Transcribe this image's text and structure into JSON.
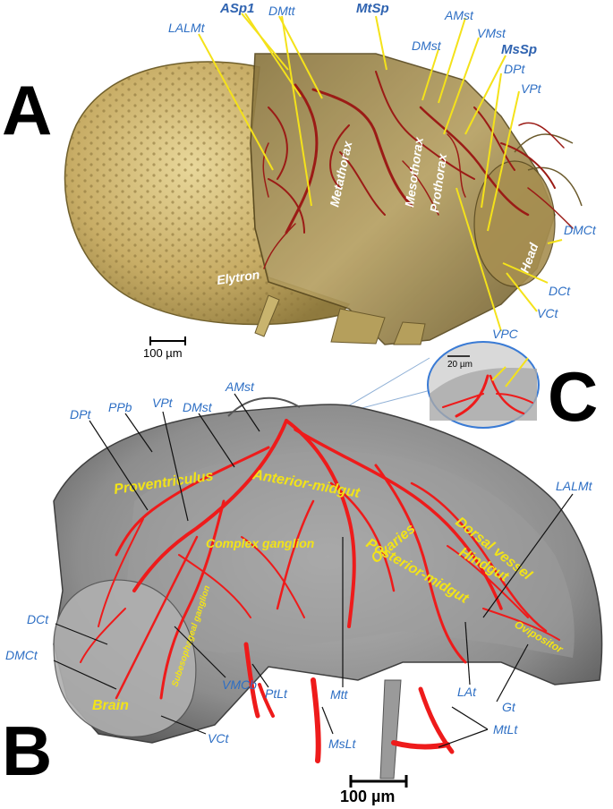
{
  "panels": {
    "A": {
      "letter": "A",
      "structure_labels": [
        "Elytron",
        "Metathorax",
        "Mesothorax",
        "Prothorax",
        "Head"
      ],
      "callouts_strong": [
        "ASp1",
        "MtSp",
        "MsSp"
      ],
      "callouts": [
        "DMtt",
        "LALMt",
        "AMst",
        "VMst",
        "DMst",
        "DPt",
        "VPt",
        "DMCt",
        "DCt",
        "VCt",
        "VPC"
      ],
      "scale_bar": "100 µm"
    },
    "B": {
      "letter": "B",
      "organ_labels": [
        "Proventriculus",
        "Anterior-midgut",
        "Complex ganglion",
        "Ovaries",
        "Posterior-midgut",
        "Hindgut",
        "Dorsal vessel",
        "Ovipositor",
        "Brain",
        "Subesophageal ganglion"
      ],
      "callouts": [
        "DPt",
        "PPb",
        "VPt",
        "DMst",
        "AMst",
        "LALMt",
        "DCt",
        "DMCt",
        "VMCb",
        "VCt",
        "PtLt",
        "Mtt",
        "LAt",
        "Gt",
        "MsLt",
        "MtLt"
      ],
      "scale_bar": "100 µm"
    },
    "C": {
      "letter": "C",
      "scale_bar": "20 µm"
    }
  },
  "colors": {
    "callout_text": "#2e6fc4",
    "leader_yellow": "#f4e21a",
    "trachea_A": "#9b1b16",
    "trachea_B": "#ee1b1b",
    "exoskeleton": "#c9b46e",
    "organ_text": "#f2e318"
  }
}
